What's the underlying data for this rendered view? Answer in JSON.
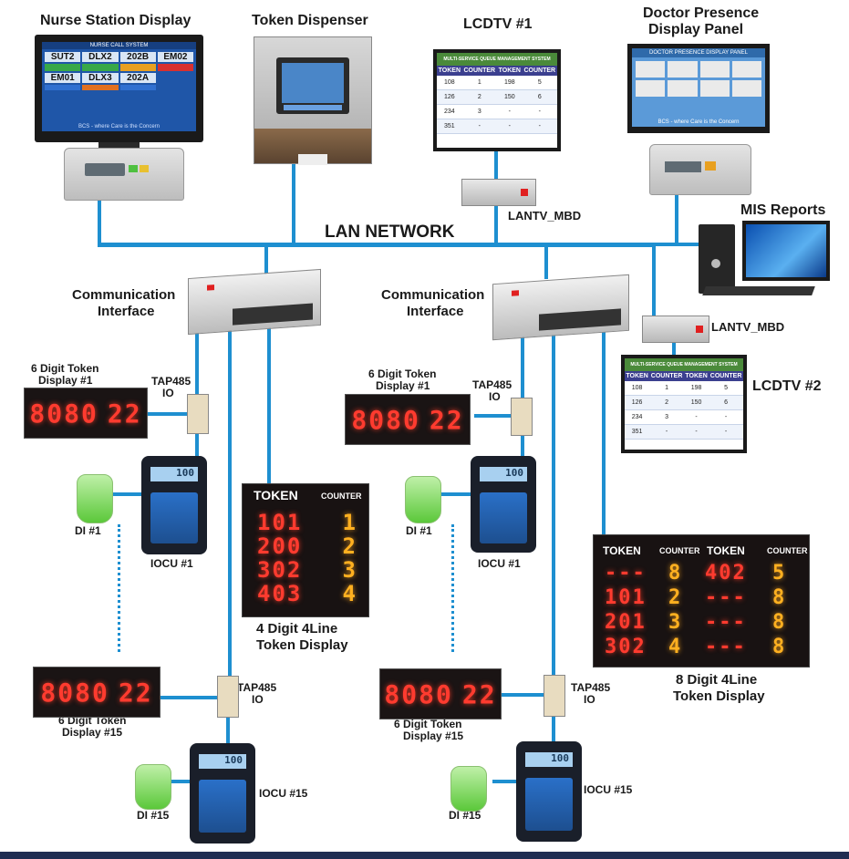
{
  "labels": {
    "nurse_station": "Nurse Station Display",
    "token_dispenser": "Token Dispenser",
    "lcdtv1": "LCDTV #1",
    "doctor_presence_l1": "Doctor Presence",
    "doctor_presence_l2": "Display Panel",
    "lan_network": "LAN NETWORK",
    "lantv_mbd_top": "LANTV_MBD",
    "mis_reports": "MIS Reports",
    "lantv_mbd_right": "LANTV_MBD",
    "lcdtv2": "LCDTV #2",
    "comm_left_l1": "Communication",
    "comm_left_l2": "Interface",
    "comm_right_l1": "Communication",
    "comm_right_l2": "Interface",
    "six_digit_1_left_l1": "6 Digit Token",
    "six_digit_1_left_l2": "Display #1",
    "six_digit_1_right_l1": "6 Digit Token",
    "six_digit_1_right_l2": "Display #1",
    "tap_left_top_l1": "TAP485",
    "tap_left_top_l2": "IO",
    "tap_right_top_l1": "TAP485",
    "tap_right_top_l2": "IO",
    "di1_left": "DI #1",
    "di1_right": "DI #1",
    "iocu1_left": "IOCU #1",
    "iocu1_right": "IOCU #1",
    "four_digit_l1": "4 Digit 4Line",
    "four_digit_l2": "Token Display",
    "eight_digit_l1": "8 Digit 4Line",
    "eight_digit_l2": "Token Display",
    "six_digit_15_left_l1": "6 Digit Token",
    "six_digit_15_left_l2": "Display #15",
    "six_digit_15_right_l1": "6 Digit Token",
    "six_digit_15_right_l2": "Display #15",
    "tap_left_bot_l1": "TAP485",
    "tap_left_bot_l2": "IO",
    "tap_right_bot_l1": "TAP485",
    "tap_right_bot_l2": "IO",
    "iocu15_left": "IOCU #15",
    "iocu15_right": "IOCU #15",
    "di15_left": "DI #15",
    "di15_right": "DI #15"
  },
  "six_digit_display": {
    "token": "8080",
    "counter": "22"
  },
  "iocu_screen": "100",
  "four_digit_display": {
    "header_token": "TOKEN",
    "header_counter": "COUNTER",
    "rows": [
      {
        "token": "101",
        "counter": "1"
      },
      {
        "token": "200",
        "counter": "2"
      },
      {
        "token": "302",
        "counter": "3"
      },
      {
        "token": "403",
        "counter": "4"
      }
    ]
  },
  "eight_digit_display": {
    "header_token_a": "TOKEN",
    "header_counter_a": "COUNTER",
    "header_token_b": "TOKEN",
    "header_counter_b": "COUNTER",
    "rows": [
      {
        "token_a": "---",
        "counter_a": "8",
        "token_b": "402",
        "counter_b": "5"
      },
      {
        "token_a": "101",
        "counter_a": "2",
        "token_b": "---",
        "counter_b": "8"
      },
      {
        "token_a": "201",
        "counter_a": "3",
        "token_b": "---",
        "counter_b": "8"
      },
      {
        "token_a": "302",
        "counter_a": "4",
        "token_b": "---",
        "counter_b": "8"
      }
    ]
  },
  "nurse_screen": {
    "title": "NURSE CALL SYSTEM",
    "cells": [
      "SUT2",
      "DLX2",
      "202B",
      "EM02",
      "EM01",
      "DLX3",
      "202A"
    ],
    "footer": "BCS - where Care is the Concern"
  },
  "lcd_screen": {
    "title": "MULTI-SERVICE QUEUE MANAGEMENT SYSTEM",
    "headers": [
      "TOKEN",
      "COUNTER",
      "TOKEN",
      "COUNTER"
    ],
    "rows": [
      [
        "108",
        "1",
        "198",
        "5"
      ],
      [
        "126",
        "2",
        "150",
        "6"
      ],
      [
        "234",
        "3",
        "-",
        "-"
      ],
      [
        "351",
        "-",
        "-",
        "-"
      ]
    ]
  },
  "doctor_screen": {
    "title": "DOCTOR PRESENCE DISPLAY PANEL",
    "footer": "BCS - where Care is the Concern"
  }
}
